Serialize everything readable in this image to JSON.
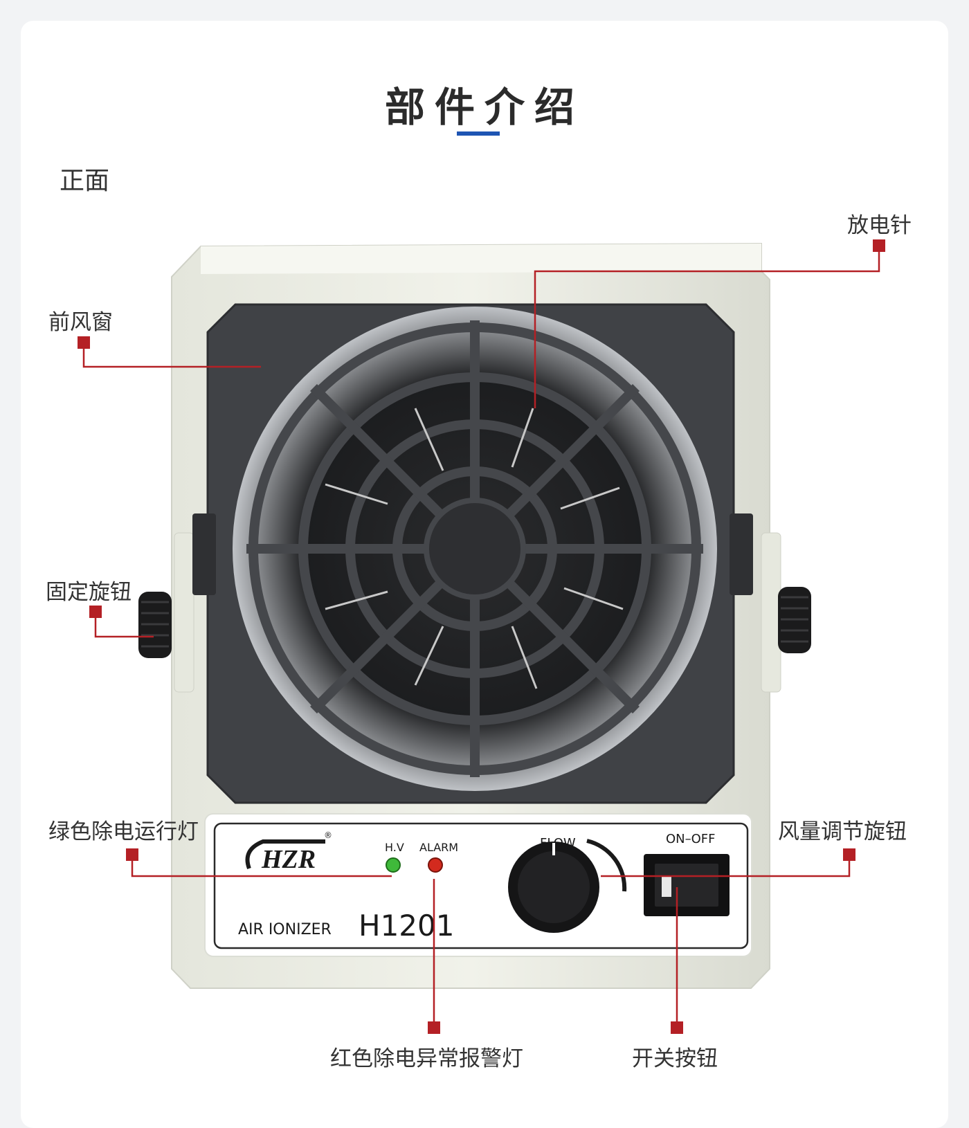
{
  "page": {
    "title": "部件介绍",
    "section_label": "正面"
  },
  "callouts": {
    "discharge_needle": "放电针",
    "front_grille": "前风窗",
    "fixing_knob": "固定旋钮",
    "green_light": "绿色除电运行灯",
    "airflow_knob": "风量调节旋钮",
    "red_light": "红色除电异常报警灯",
    "switch_button": "开关按钮"
  },
  "device": {
    "brand": "HZR",
    "registered_mark": "®",
    "hv_label": "H.V",
    "alarm_label": "ALARM",
    "product_type": "AIR IONIZER",
    "model": "H1201",
    "flow_label": "FLOW",
    "switch_label": "ON–OFF"
  },
  "colors": {
    "accent_blue": "#1e55b3",
    "callout_red": "#b42025",
    "housing": "#eef0e6",
    "grille": "#3b3d40"
  }
}
